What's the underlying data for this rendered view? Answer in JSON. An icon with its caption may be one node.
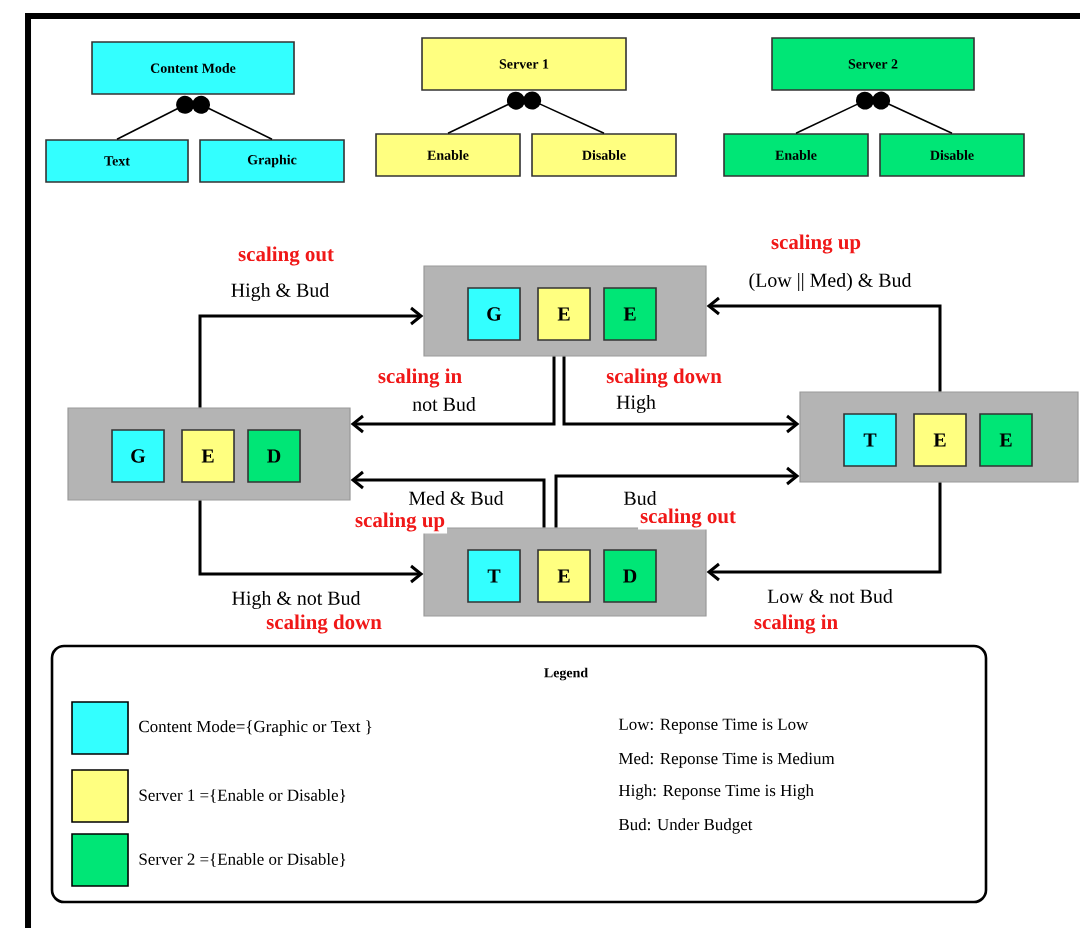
{
  "diagram": {
    "nodes": [
      {
        "text": [
          "Content Mode"
        ]
      },
      {
        "text": [
          "Text"
        ]
      },
      {
        "text": [
          "Graphic"
        ]
      },
      {
        "text": [
          "Server 1"
        ]
      },
      {
        "text": [
          "Enable"
        ]
      },
      {
        "text": [
          "Disable"
        ]
      },
      {
        "text": [
          "Server 2"
        ]
      },
      {
        "text": [
          "Enable"
        ]
      },
      {
        "text": [
          "Disable"
        ]
      },
      {
        "text": [],
        "shape": "box"
      },
      {
        "text": [
          "G"
        ],
        "in": 9
      },
      {
        "text": [
          "E"
        ],
        "in": 9
      },
      {
        "text": [
          "E"
        ],
        "in": 9
      },
      {
        "text": [],
        "shape": "box"
      },
      {
        "text": [
          "G"
        ],
        "in": 13
      },
      {
        "text": [
          "E"
        ],
        "in": 13
      },
      {
        "text": [
          "D"
        ],
        "in": 13
      },
      {
        "text": [],
        "shape": "box"
      },
      {
        "text": [
          "T"
        ],
        "in": 17
      },
      {
        "text": [
          "E"
        ],
        "in": 17
      },
      {
        "text": [
          "E"
        ],
        "in": 17
      },
      {
        "text": [],
        "shape": "box"
      },
      {
        "text": [
          "T"
        ],
        "in": 21
      },
      {
        "text": [
          "E"
        ],
        "in": 21
      },
      {
        "text": [
          "D"
        ],
        "in": 21
      }
    ],
    "edges": [
      {
        "from": 1,
        "to": 0,
        "arrow": "other"
      },
      {
        "from": 2,
        "to": 0,
        "arrow": "other"
      },
      {
        "from": 4,
        "to": 3,
        "arrow": "other"
      },
      {
        "from": 5,
        "to": 3,
        "arrow": "other"
      },
      {
        "from": 7,
        "to": 6,
        "arrow": "other"
      },
      {
        "from": 8,
        "to": 6,
        "arrow": "other"
      },
      {
        "from": 13,
        "to": 9,
        "arrow": "to",
        "label": "High & Bud"
      },
      {
        "from": 17,
        "to": 9,
        "arrow": "to",
        "label": "(Low || Med) & Bud"
      },
      {
        "from": 9,
        "to": 13,
        "arrow": "to",
        "label": "not Bud"
      },
      {
        "from": 9,
        "to": 17,
        "arrow": "to",
        "label": "High"
      },
      {
        "from": 21,
        "to": 13,
        "arrow": "to",
        "label": "Med & Bud"
      },
      {
        "from": 21,
        "to": 17,
        "arrow": "to",
        "label": "Bud"
      },
      {
        "from": 13,
        "to": 21,
        "arrow": "to",
        "label": "High & not Bud"
      },
      {
        "from": 17,
        "to": 21,
        "arrow": "to",
        "label": "Low & not Bud"
      }
    ],
    "labels": [
      "scaling out",
      "scaling up",
      "scaling in",
      "scaling down",
      "scaling up",
      "scaling out",
      "scaling down",
      "scaling in",
      "Legend",
      "Low: Reponse Time is Low",
      "Med: Reponse Time is Medium",
      "High: Reponse Time is High",
      "Bud: Under Budget"
    ],
    "legend": [
      {
        "text": "Content Mode={Graphic or Text }",
        "color": "#33ffff"
      },
      {
        "text": "Server 1 ={Enable or Disable}",
        "color": "#ffff80"
      },
      {
        "text": "Server 2 ={Enable or Disable}",
        "color": "#00e676"
      }
    ]
  }
}
